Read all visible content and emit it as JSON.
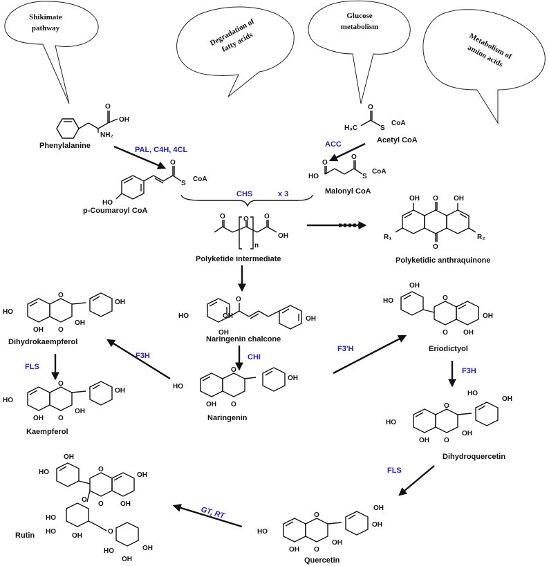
{
  "bubbles": {
    "shikimate": [
      "Shikimate",
      "pathway"
    ],
    "fatty": [
      "Degradation of",
      "fatty acids"
    ],
    "glucose": [
      "Glucose",
      "metabolism"
    ],
    "amino": [
      "Metabolism of",
      "amino acids"
    ]
  },
  "compounds": {
    "phenylalanine": "Phenylalanine",
    "acetyl_coa": "Acetyl CoA",
    "malonyl_coa": "Malonyl CoA",
    "coumaroyl_coa": "p-Coumaroyl CoA",
    "polyketide": "Polyketide intermediate",
    "anthraquinone": "Polyketidic anthraquinone",
    "dihydrokaempferol": "Dihydrokaempferol",
    "naringenin_chalcone": "Naringenin chalcone",
    "eriodictyol": "Eriodictyol",
    "kaempferol": "Kaempferol",
    "naringenin": "Naringenin",
    "dihydroquercetin": "Dihydroquercetin",
    "rutin": "Rutin",
    "quercetin": "Quercetin"
  },
  "enzymes": {
    "pal": "PAL, C4H, 4CL",
    "acc": "ACC",
    "chs": "CHS",
    "times3": "x 3",
    "f3h_left": "F3H",
    "fls_left": "FLS",
    "chi": "CHI",
    "f3prime_h": "F3'H",
    "f3h_right": "F3H",
    "fls_right": "FLS",
    "gt_rt": "GT, RT"
  },
  "atoms": {
    "oh": "OH",
    "o": "O",
    "nh2": "NH₂",
    "coa": "CoA",
    "s": "S",
    "h3c": "H₃C",
    "ho": "HO",
    "n": "n",
    "r1": "R₁",
    "r2": "R₂"
  }
}
